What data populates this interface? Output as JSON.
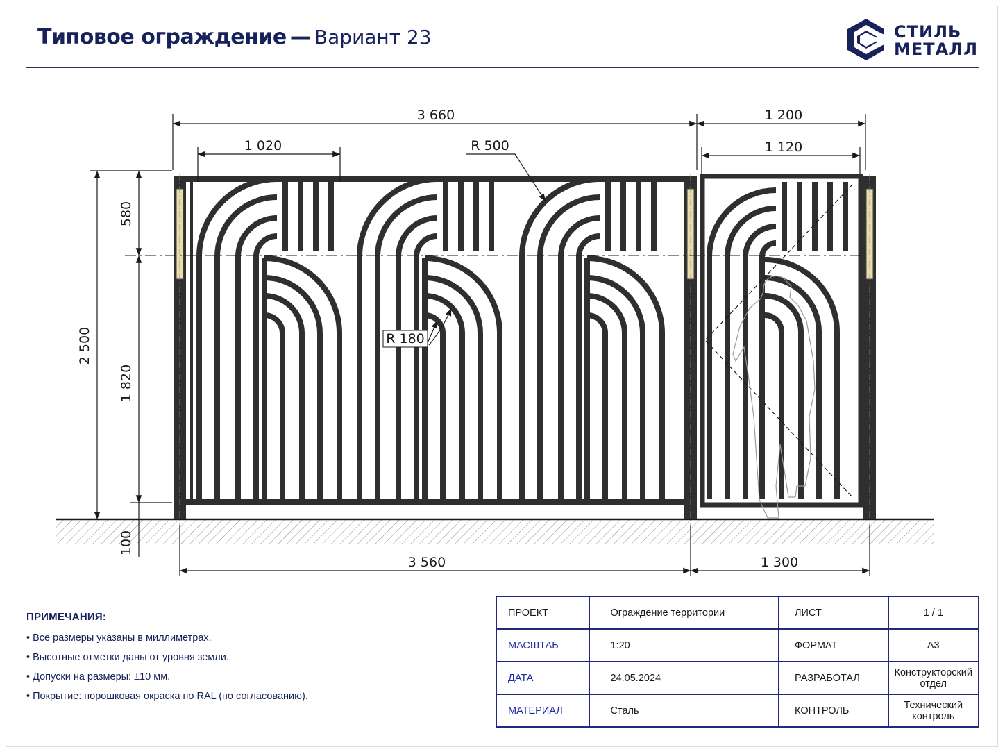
{
  "header": {
    "title_main": "Типовое ограждение",
    "title_dash": "—",
    "title_variant": "Вариант 23"
  },
  "logo": {
    "line1": "СТИЛЬ",
    "line2": "МЕТАЛЛ",
    "icon": "stylized-c-hexagon-logo",
    "color": "#17215a"
  },
  "dimensions": {
    "top_total": "3 660",
    "top_gate": "1 200",
    "top_panel_module": "1 020",
    "top_gate_inner": "1 120",
    "radius_large": "R 500",
    "radius_small": "R 180",
    "height_total": "2 500",
    "height_upper": "580",
    "height_lower": "1 820",
    "ground_clearance": "100",
    "bottom_fence": "3 560",
    "bottom_gate": "1 300"
  },
  "notes": {
    "heading": "ПРИМЕЧАНИЯ:",
    "items": [
      "Все размеры указаны в миллиметрах.",
      "Высотные отметки даны от уровня земли.",
      "Допуски на размеры: ±10 мм.",
      "Покрытие: порошковая окраска по RAL (по согласованию)."
    ]
  },
  "title_block": {
    "project_label": "ПРОЕКТ",
    "project_value": "Ограждение территории",
    "sheet_label": "ЛИСТ",
    "sheet_value": "1 / 1",
    "scale_label": "МАСШТАБ",
    "scale_value": "1:20",
    "format_label": "ФОРМАТ",
    "format_value": "А3",
    "date_label": "ДАТА",
    "date_value": "24.05.2024",
    "developer_label": "РАЗРАБОТАЛ",
    "developer_value": "Конструкторский отдел",
    "material_label": "МАТЕРИАЛ",
    "material_value": "Сталь",
    "control_label": "КОНТРОЛЬ",
    "control_value": "Технический контроль"
  },
  "colors": {
    "accent": "#17215a",
    "metal": "#2f2f2f",
    "hinge": "#e9dcaa",
    "table_border": "#23297a",
    "table_label_blue": "#1c2aa8"
  }
}
